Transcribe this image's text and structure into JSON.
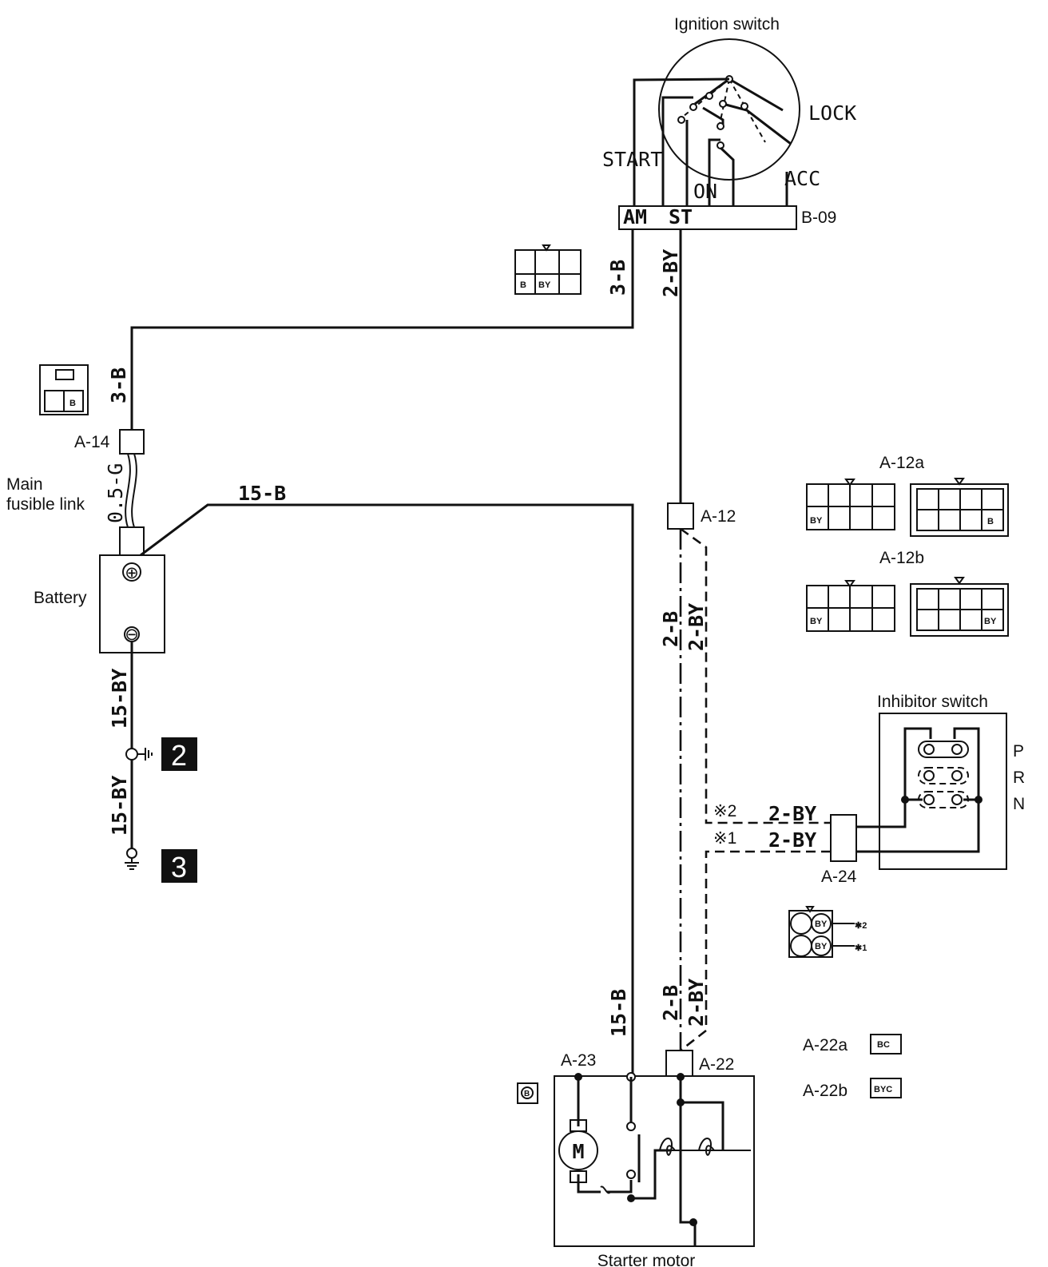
{
  "components": {
    "ignition_switch": "Ignition switch",
    "lock": "LOCK",
    "start": "START",
    "on": "ON",
    "acc": "ACC",
    "am": "AM",
    "st": "ST",
    "main_fusible_link_line1": "Main",
    "main_fusible_link_line2": "fusible link",
    "battery": "Battery",
    "inhibitor_switch": "Inhibitor switch",
    "starter_motor": "Starter motor",
    "motor_symbol": "M",
    "plus_symbol": "⊕",
    "minus_symbol": "⊖"
  },
  "inhibitor_positions": [
    "P",
    "R",
    "N"
  ],
  "connectors": {
    "b09": "B-09",
    "a14": "A-14",
    "a12": "A-12",
    "a12a": "A-12a",
    "a12b": "A-12b",
    "a24": "A-24",
    "a23": "A-23",
    "a22": "A-22",
    "a22a": "A-22a",
    "a22b": "A-22b"
  },
  "wires": {
    "am_wire": "3-B",
    "st_wire": "2-BY",
    "a14_wire": "3-B",
    "fusible": "0.5-G",
    "battery_plus": "15-B",
    "battery_minus_1": "15-BY",
    "battery_minus_2": "15-BY",
    "a12_solid": "2-B",
    "a12_dashed": "2-BY",
    "inhibitor_2": "2-BY",
    "inhibitor_1": "2-BY",
    "starter_b": "15-B",
    "a22_solid": "2-B",
    "a22_dashed": "2-BY"
  },
  "notes": {
    "note2": "※2",
    "note1": "※1",
    "note2_small": "✱2",
    "note1_small": "✱1"
  },
  "grounds": {
    "g2": "2",
    "g3": "3"
  },
  "pin_labels": {
    "b": "B",
    "by": "BY",
    "bc": "BC",
    "byc": "BYC"
  }
}
